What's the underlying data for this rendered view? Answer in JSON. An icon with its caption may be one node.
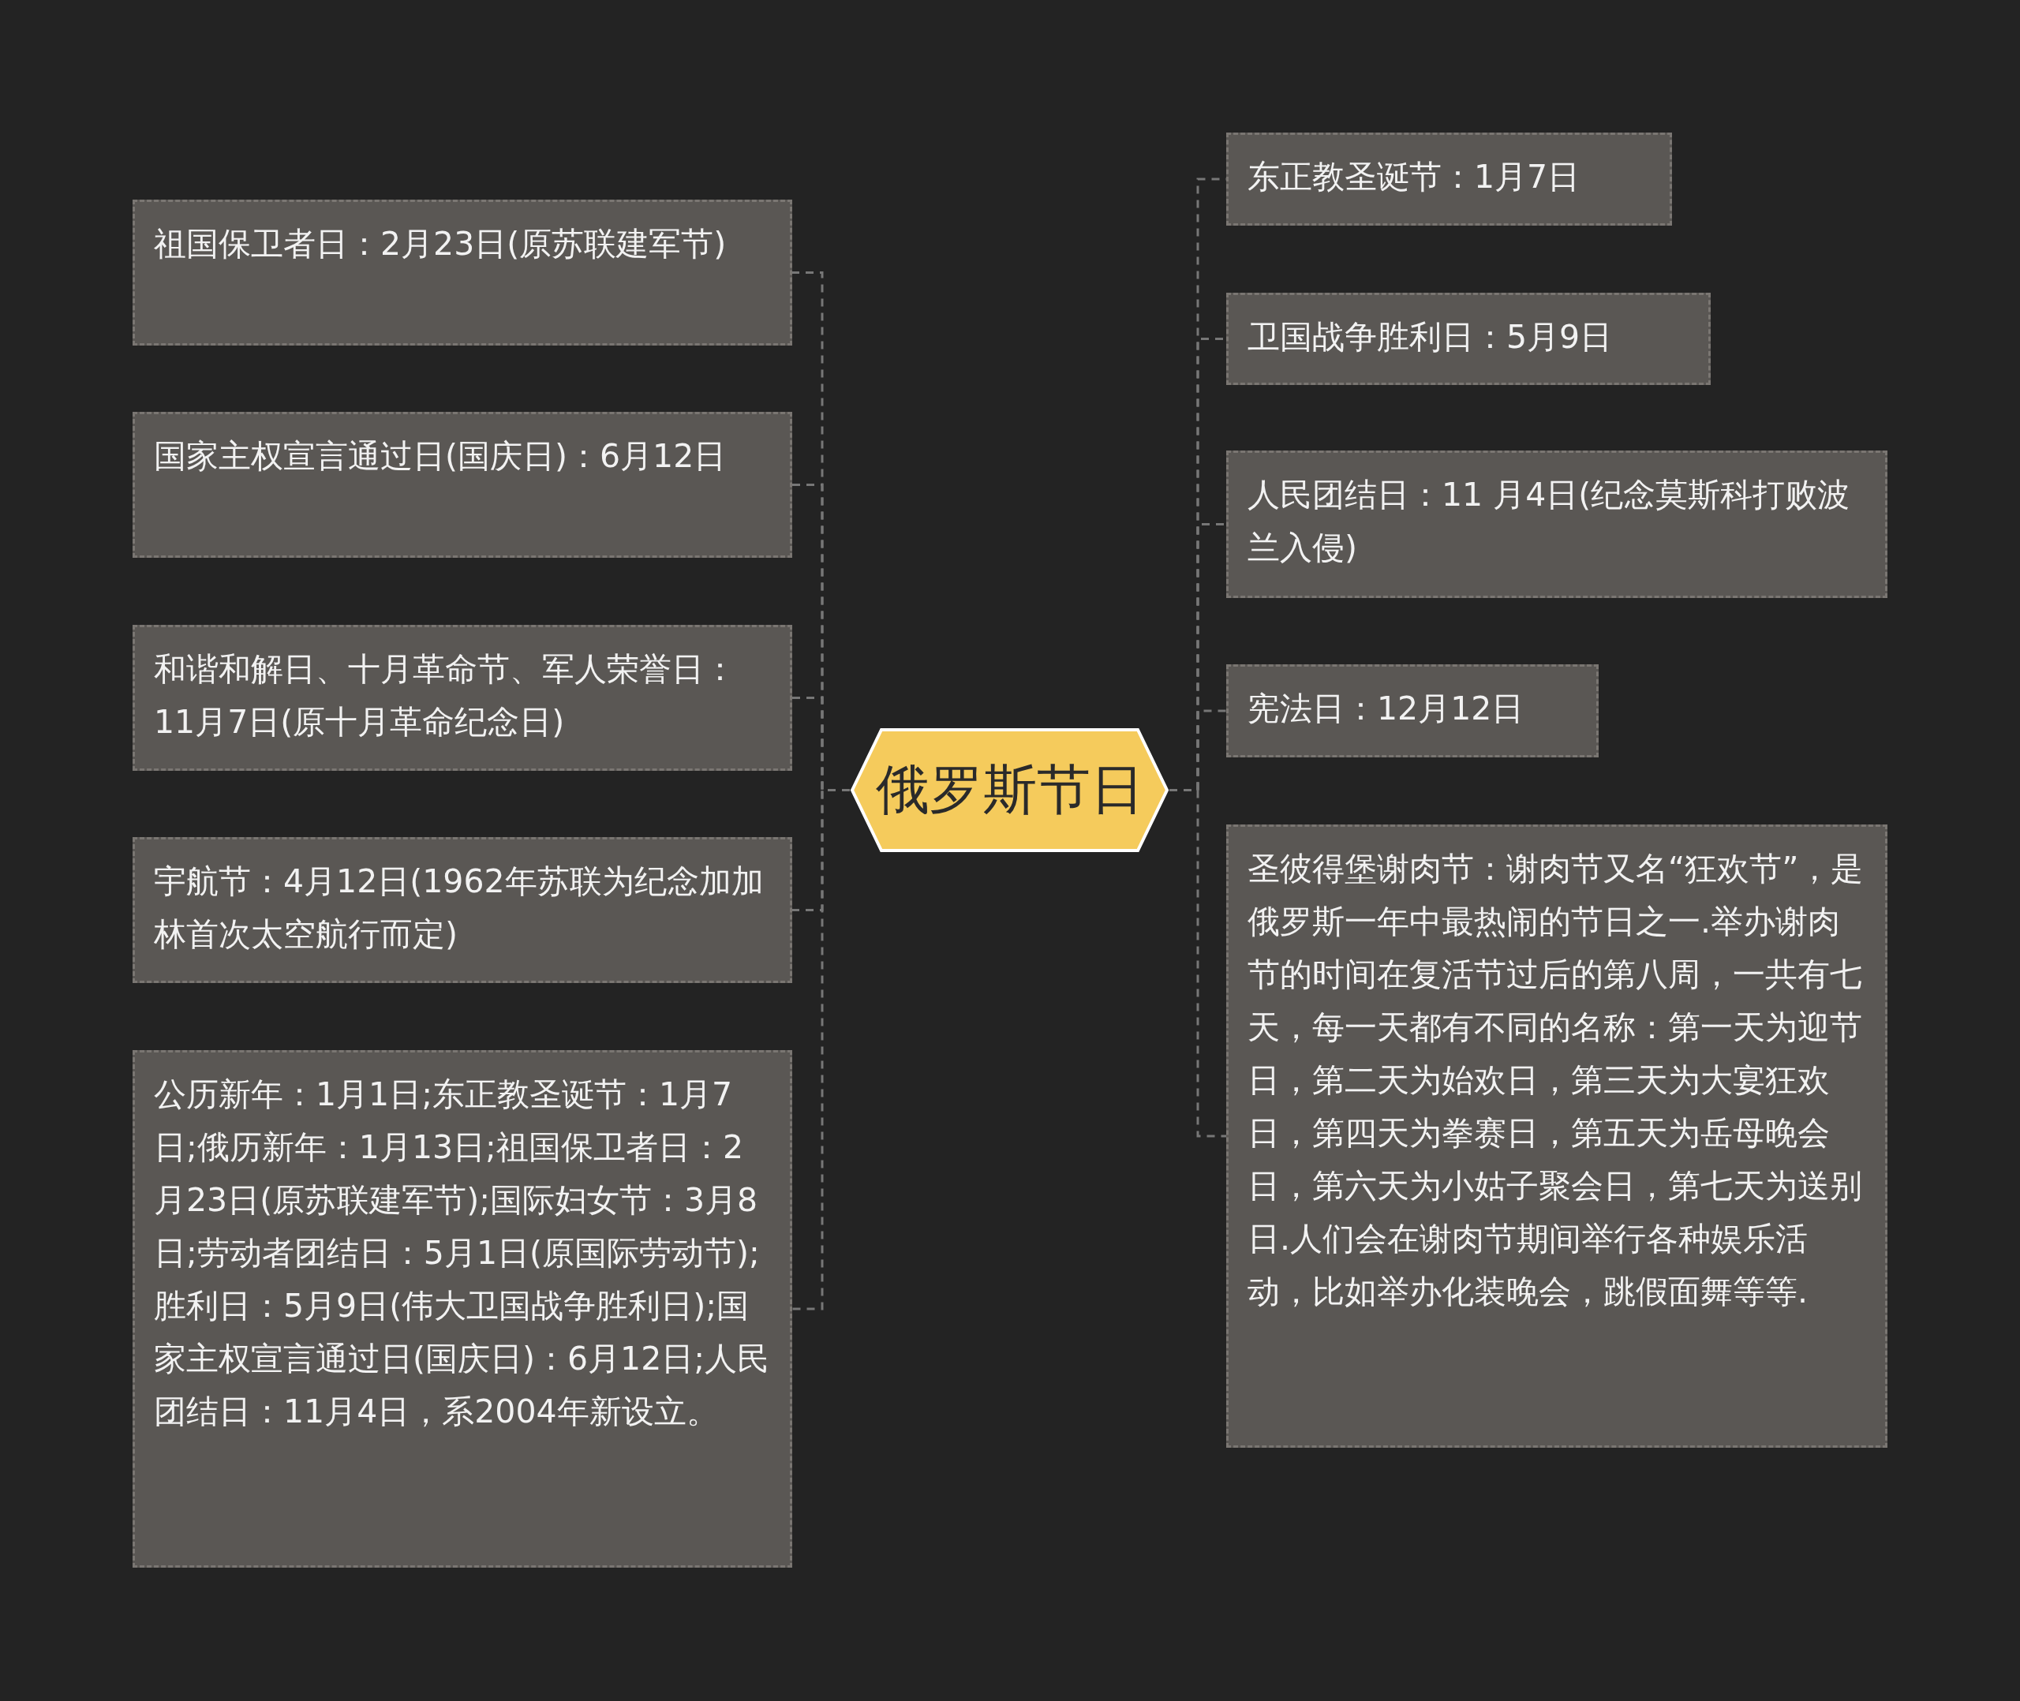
{
  "diagram": {
    "nodes": [
      {
        "text": [
          "俄罗斯节日"
        ]
      },
      {
        "text": [
          "祖国保卫者日：2月23日(原苏联建军节)"
        ]
      },
      {
        "text": [
          "国家主权宣言通过日(国庆日)：6月12日"
        ]
      },
      {
        "text": [
          "和谐和解日、十月革命节、军人荣誉日：11月7日(原十月革命纪念日)"
        ]
      },
      {
        "text": [
          "宇航节：4月12日(1962年苏联为纪念加加林首次太空航行而定)"
        ]
      },
      {
        "text": [
          "公历新年：1月1日;东正教圣诞节：1月7日;俄历新年：1月13日;祖国保卫者日：2月23日(原苏联建军节);国际妇女节：3月8日;劳动者团结日：5月1日(原国际劳动节);胜利日：5月9日(伟大卫国战争胜利日);国家主权宣言通过日(国庆日)：6月12日;人民团结日：11月4日，系2004年新设立。"
        ]
      },
      {
        "text": [
          "东正教圣诞节：1月7日"
        ]
      },
      {
        "text": [
          "卫国战争胜利日：5月9日"
        ]
      },
      {
        "text": [
          "人民团结日：11 月4日(纪念莫斯科打败波兰入侵)"
        ]
      },
      {
        "text": [
          "宪法日：12月12日"
        ]
      },
      {
        "text": [
          "圣彼得堡谢肉节：谢肉节又名“狂欢节”，是俄罗斯一年中最热闹的节日之一.举办谢肉节的时间在复活节过后的第八周，一共有七天，每一天都有不同的名称：第一天为迎节日，第二天为始欢日，第三天为大宴狂欢日，第四天为拳赛日，第五天为岳母晚会日，第六天为小姑子聚会日，第七天为送别日.人们会在谢肉节期间举行各种娱乐活动，比如举办化装晚会，跳假面舞等等."
        ]
      }
    ],
    "edges": [
      {
        "from": 0,
        "to": 1,
        "arrow": "none"
      },
      {
        "from": 0,
        "to": 2,
        "arrow": "none"
      },
      {
        "from": 0,
        "to": 3,
        "arrow": "none"
      },
      {
        "from": 0,
        "to": 4,
        "arrow": "none"
      },
      {
        "from": 0,
        "to": 5,
        "arrow": "none"
      },
      {
        "from": 0,
        "to": 6,
        "arrow": "none"
      },
      {
        "from": 0,
        "to": 7,
        "arrow": "none"
      },
      {
        "from": 0,
        "to": 8,
        "arrow": "none"
      },
      {
        "from": 0,
        "to": 9,
        "arrow": "none"
      },
      {
        "from": 0,
        "to": 10,
        "arrow": "none"
      }
    ]
  }
}
